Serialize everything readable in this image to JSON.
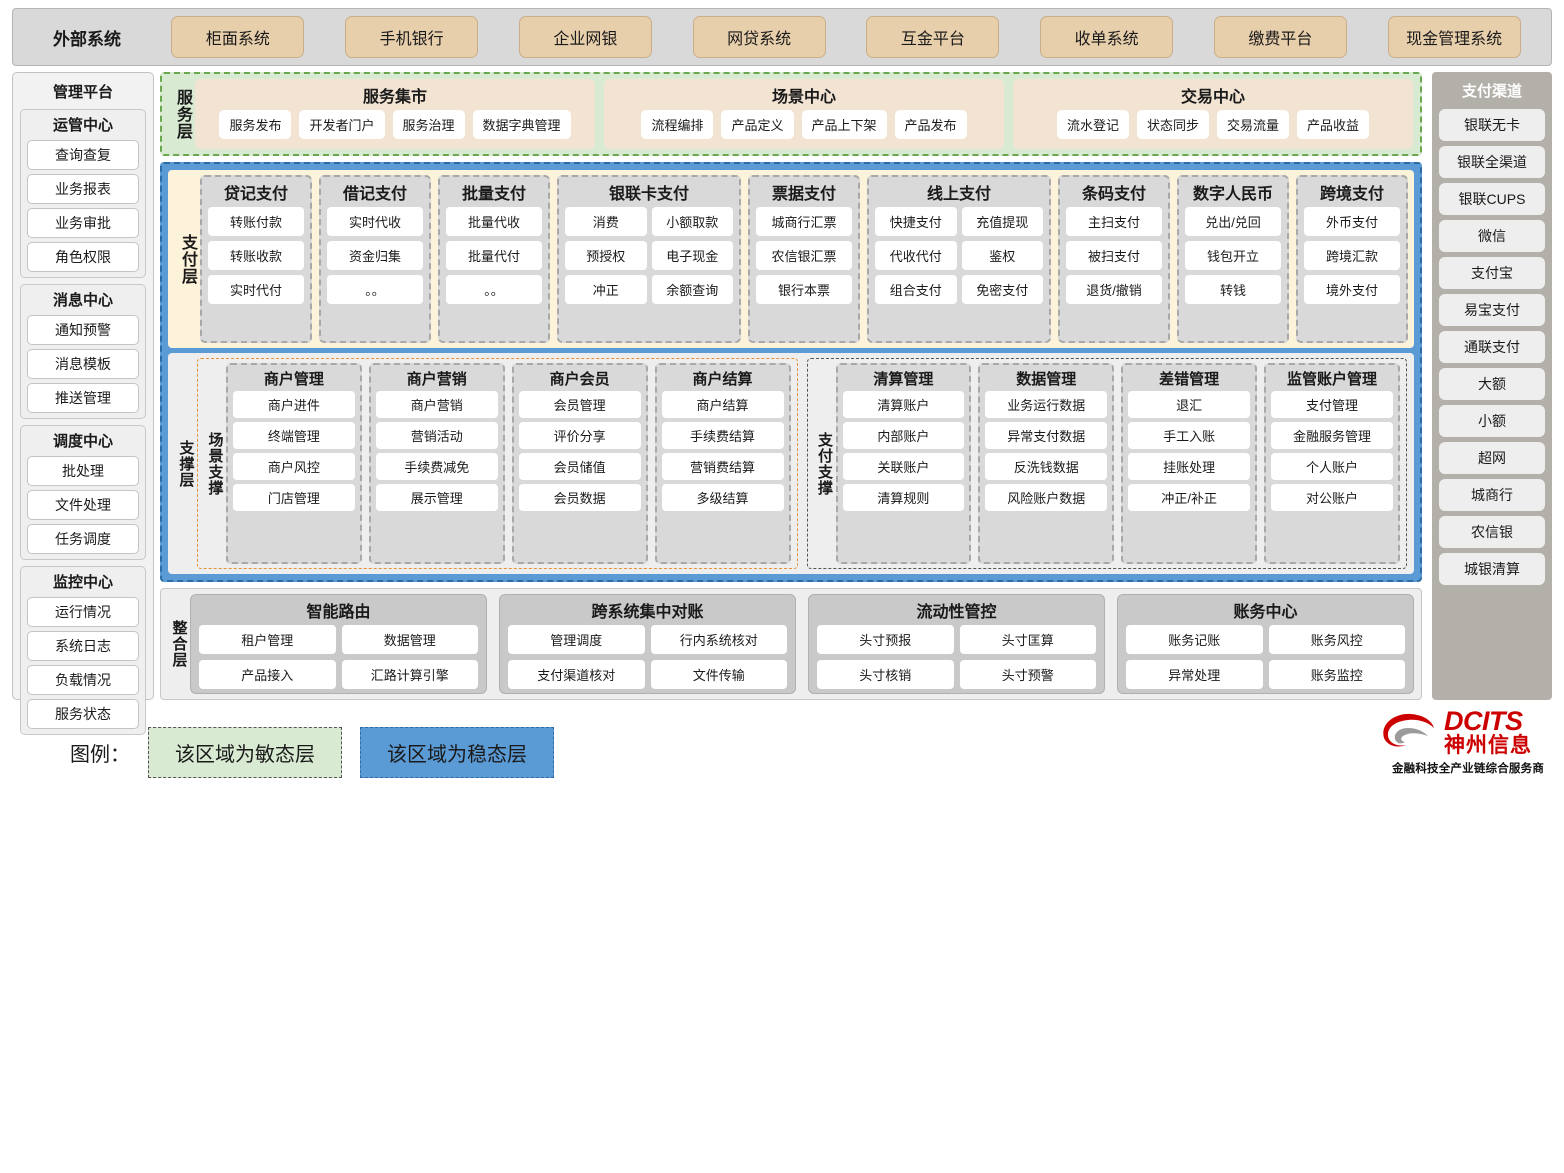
{
  "external": {
    "title": "外部系统",
    "items": [
      "柜面系统",
      "手机银行",
      "企业网银",
      "网贷系统",
      "互金平台",
      "收单系统",
      "缴费平台",
      "现金管理系统"
    ]
  },
  "management": {
    "title": "管理平台",
    "groups": [
      {
        "title": "运管中心",
        "items": [
          "查询查复",
          "业务报表",
          "业务审批",
          "角色权限"
        ]
      },
      {
        "title": "消息中心",
        "items": [
          "通知预警",
          "消息模板",
          "推送管理"
        ]
      },
      {
        "title": "调度中心",
        "items": [
          "批处理",
          "文件处理",
          "任务调度"
        ]
      },
      {
        "title": "监控中心",
        "items": [
          "运行情况",
          "系统日志",
          "负载情况",
          "服务状态"
        ]
      }
    ]
  },
  "service_layer": {
    "label": "服务层",
    "groups": [
      {
        "title": "服务集市",
        "items": [
          "服务发布",
          "开发者门户",
          "服务治理",
          "数据字典管理"
        ]
      },
      {
        "title": "场景中心",
        "items": [
          "流程编排",
          "产品定义",
          "产品上下架",
          "产品发布"
        ]
      },
      {
        "title": "交易中心",
        "items": [
          "流水登记",
          "状态同步",
          "交易流量",
          "产品收益"
        ]
      }
    ]
  },
  "payment_layer": {
    "label": "支付层",
    "groups": [
      {
        "title": "贷记支付",
        "cols": 1,
        "items": [
          "转账付款",
          "转账收款",
          "实时代付"
        ]
      },
      {
        "title": "借记支付",
        "cols": 1,
        "items": [
          "实时代收",
          "资金归集",
          "。。"
        ]
      },
      {
        "title": "批量支付",
        "cols": 1,
        "items": [
          "批量代收",
          "批量代付",
          "。。"
        ]
      },
      {
        "title": "银联卡支付",
        "cols": 2,
        "items": [
          "消费",
          "小额取款",
          "预授权",
          "电子现金",
          "冲正",
          "余额查询"
        ]
      },
      {
        "title": "票据支付",
        "cols": 1,
        "items": [
          "城商行汇票",
          "农信银汇票",
          "银行本票"
        ]
      },
      {
        "title": "线上支付",
        "cols": 2,
        "items": [
          "快捷支付",
          "充值提现",
          "代收代付",
          "鉴权",
          "组合支付",
          "免密支付"
        ]
      },
      {
        "title": "条码支付",
        "cols": 1,
        "items": [
          "主扫支付",
          "被扫支付",
          "退货/撤销"
        ]
      },
      {
        "title": "数字人民币",
        "cols": 1,
        "items": [
          "兑出/兑回",
          "钱包开立",
          "转钱"
        ]
      },
      {
        "title": "跨境支付",
        "cols": 1,
        "items": [
          "外币支付",
          "跨境汇款",
          "境外支付"
        ]
      }
    ]
  },
  "support_layer": {
    "label": "支撑层",
    "scene": {
      "label": "场景支撑",
      "groups": [
        {
          "title": "商户管理",
          "items": [
            "商户进件",
            "终端管理",
            "商户风控",
            "门店管理"
          ]
        },
        {
          "title": "商户营销",
          "items": [
            "商户营销",
            "营销活动",
            "手续费减免",
            "展示管理"
          ]
        },
        {
          "title": "商户会员",
          "items": [
            "会员管理",
            "评价分享",
            "会员储值",
            "会员数据"
          ]
        },
        {
          "title": "商户结算",
          "items": [
            "商户结算",
            "手续费结算",
            "营销费结算",
            "多级结算"
          ]
        }
      ]
    },
    "paysupport": {
      "label": "支付支撑",
      "groups": [
        {
          "title": "清算管理",
          "items": [
            "清算账户",
            "内部账户",
            "关联账户",
            "清算规则"
          ]
        },
        {
          "title": "数据管理",
          "items": [
            "业务运行数据",
            "异常支付数据",
            "反洗钱数据",
            "风险账户数据"
          ]
        },
        {
          "title": "差错管理",
          "items": [
            "退汇",
            "手工入账",
            "挂账处理",
            "冲正/补正"
          ]
        },
        {
          "title": "监管账户管理",
          "items": [
            "支付管理",
            "金融服务管理",
            "个人账户",
            "对公账户"
          ]
        }
      ]
    }
  },
  "integration_layer": {
    "label": "整合层",
    "groups": [
      {
        "title": "智能路由",
        "items": [
          "租户管理",
          "数据管理",
          "产品接入",
          "汇路计算引擎"
        ]
      },
      {
        "title": "跨系统集中对账",
        "items": [
          "管理调度",
          "行内系统核对",
          "支付渠道核对",
          "文件传输"
        ]
      },
      {
        "title": "流动性管控",
        "items": [
          "头寸预报",
          "头寸匡算",
          "头寸核销",
          "头寸预警"
        ]
      },
      {
        "title": "账务中心",
        "items": [
          "账务记账",
          "账务风控",
          "异常处理",
          "账务监控"
        ]
      }
    ]
  },
  "channels": {
    "title": "支付渠道",
    "items": [
      "银联无卡",
      "银联全渠道",
      "银联CUPS",
      "微信",
      "支付宝",
      "易宝支付",
      "通联支付",
      "大额",
      "小额",
      "超网",
      "城商行",
      "农信银",
      "城银清算"
    ]
  },
  "legend": {
    "label": "图例：",
    "agile": "该区域为敏态层",
    "stable": "该区域为稳态层"
  },
  "logo": {
    "en": "DCITS",
    "cn": "神州信息",
    "tagline": "金融科技全产业链综合服务商"
  },
  "colors": {
    "agile_fill": "#d9ead3",
    "agile_border": "#6aa84f",
    "stable_fill": "#5b9bd5",
    "stable_border": "#2b6ca3",
    "payment_fill": "#fdf2da",
    "external_chip": "#e8cfac",
    "channel_bg": "#b3afa9",
    "brand_red": "#cc0000"
  }
}
